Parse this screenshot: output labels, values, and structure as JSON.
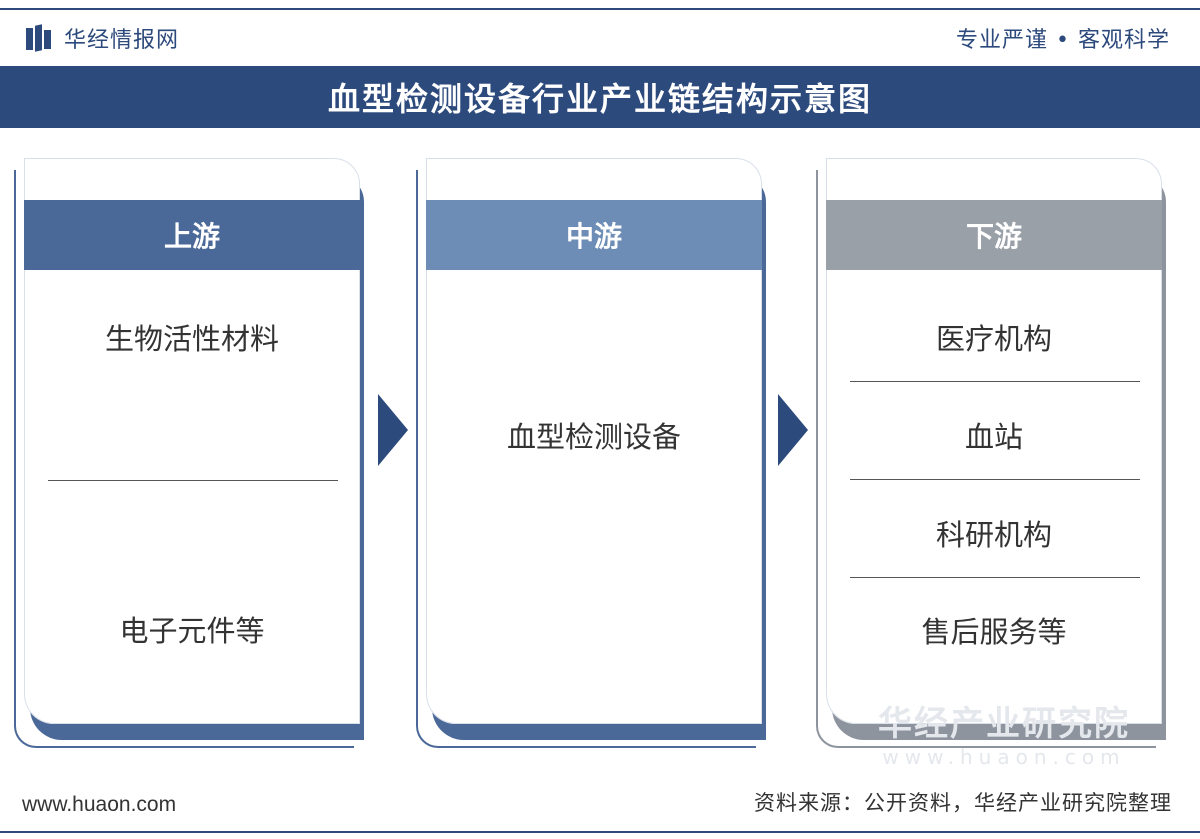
{
  "brand": {
    "name": "华经情报网",
    "icon": "brand-logo-icon"
  },
  "motto": "专业严谨 • 客观科学",
  "title": "血型检测设备行业产业链结构示意图",
  "columns": [
    {
      "header": "上游",
      "header_color": "#4a6898",
      "items": [
        "生物活性材料",
        "电子元件等"
      ]
    },
    {
      "header": "中游",
      "header_color": "#6d8cb6",
      "items": [
        "血型检测设备"
      ]
    },
    {
      "header": "下游",
      "header_color": "#9aa0a8",
      "items": [
        "医疗机构",
        "血站",
        "科研机构",
        "售后服务等"
      ]
    }
  ],
  "watermark": {
    "cn": "华经产业研究院",
    "en": "www.huaon.com"
  },
  "footer": {
    "url": "www.huaon.com",
    "source": "资料来源：公开资料，华经产业研究院整理"
  },
  "colors": {
    "primary": "#2d4a7d",
    "downstream_gray": "#8d949e"
  }
}
